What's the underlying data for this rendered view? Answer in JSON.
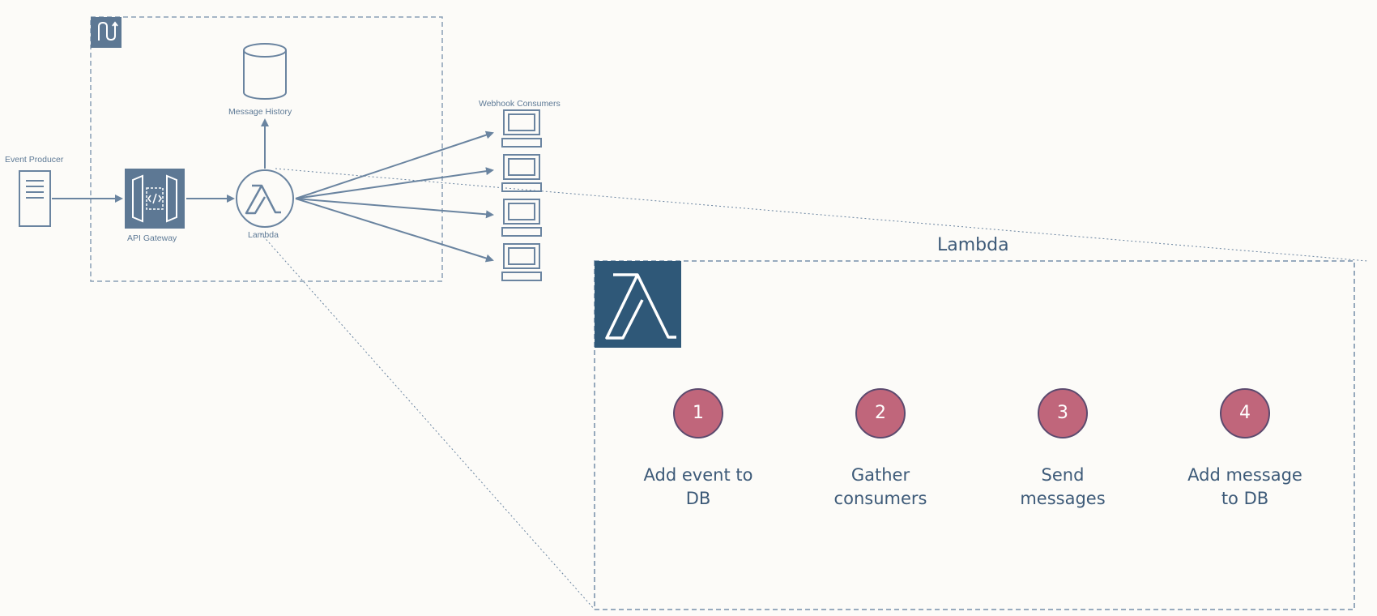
{
  "diagram": {
    "nodes": {
      "event_producer": "Event Producer",
      "api_gateway": "API Gateway",
      "lambda": "Lambda",
      "message_history": "Message History",
      "webhook_consumers": "Webhook Consumers"
    },
    "detail": {
      "title": "Lambda",
      "steps": [
        {
          "number": "1",
          "line1": "Add event to",
          "line2": "DB"
        },
        {
          "number": "2",
          "line1": "Gather",
          "line2": "consumers"
        },
        {
          "number": "3",
          "line1": "Send",
          "line2": "messages"
        },
        {
          "number": "4",
          "line1": "Add message",
          "line2": "to DB"
        }
      ]
    },
    "colors": {
      "stroke": "#6a84a0",
      "icon_fill": "#5d7894",
      "lambda_badge": "#2f5878",
      "step_circle": "#c0667b",
      "text": "#3d5a78",
      "background": "#fcfbf8"
    }
  }
}
